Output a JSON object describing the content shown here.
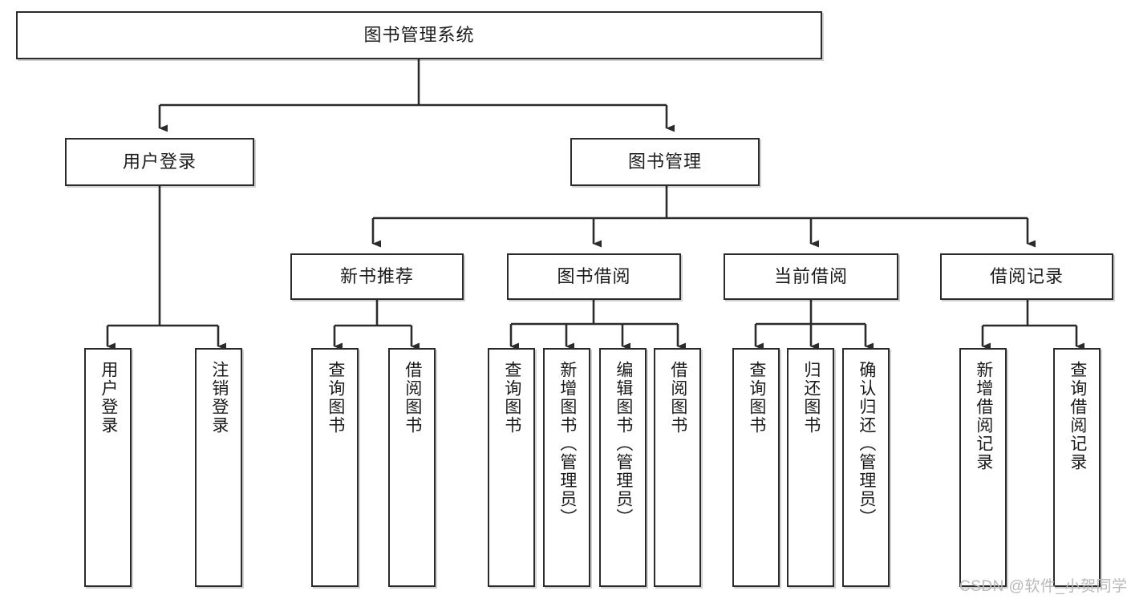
{
  "diagram": {
    "type": "hierarchy-tree",
    "title": "图书管理系统",
    "watermark": "CSDN @软件_小贺同学",
    "colors": {
      "stroke": "#2b2b2b",
      "fill": "#ffffff",
      "text": "#1b1b1b",
      "watermark": "#b9b9b9"
    },
    "nodes": {
      "root": {
        "label": "图书管理系统"
      },
      "level2": [
        {
          "id": "user-login",
          "label": "用户登录"
        },
        {
          "id": "book-management",
          "label": "图书管理"
        }
      ],
      "level3": [
        {
          "id": "new-book-recommend",
          "label": "新书推荐"
        },
        {
          "id": "book-borrow",
          "label": "图书借阅"
        },
        {
          "id": "current-borrow",
          "label": "当前借阅"
        },
        {
          "id": "borrow-record",
          "label": "借阅记录"
        }
      ],
      "leaves": {
        "user-login": [
          {
            "id": "leaf-user-login",
            "label": "用户登录"
          },
          {
            "id": "leaf-user-logout",
            "label": "注销登录"
          }
        ],
        "new-book-recommend": [
          {
            "id": "leaf-query-book-1",
            "label": "查询图书"
          },
          {
            "id": "leaf-borrow-book-1",
            "label": "借阅图书"
          }
        ],
        "book-borrow": [
          {
            "id": "leaf-query-book-2",
            "label": "查询图书"
          },
          {
            "id": "leaf-add-book",
            "label": "新增图书（管理员）"
          },
          {
            "id": "leaf-edit-book",
            "label": "编辑图书（管理员）"
          },
          {
            "id": "leaf-borrow-book-2",
            "label": "借阅图书"
          }
        ],
        "current-borrow": [
          {
            "id": "leaf-query-book-3",
            "label": "查询图书"
          },
          {
            "id": "leaf-return-book",
            "label": "归还图书"
          },
          {
            "id": "leaf-confirm-return",
            "label": "确认归还（管理员）"
          }
        ],
        "borrow-record": [
          {
            "id": "leaf-add-record",
            "label": "新增借阅记录"
          },
          {
            "id": "leaf-query-record",
            "label": "查询借阅记录"
          }
        ]
      }
    }
  }
}
